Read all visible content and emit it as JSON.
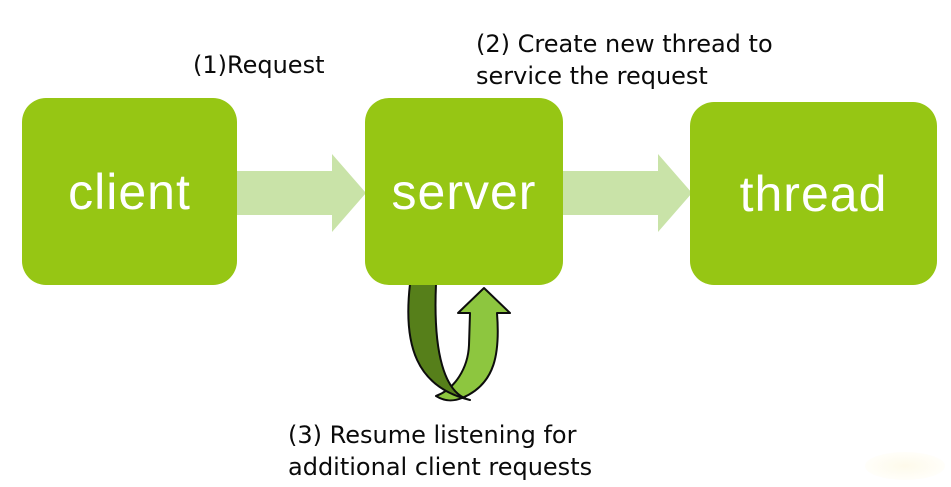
{
  "diagram": {
    "title": "Client-server request handling with threads",
    "colors": {
      "background": "#FFFFFF",
      "box_fill": "#96C614",
      "box_text": "#FFFFFF",
      "flow_arrow": "#C9E3A8",
      "loop_light": "#8DC63F",
      "loop_dark": "#567F1A",
      "outline": "#0D0D0D",
      "annotation_text": "#0A0A0A"
    },
    "nodes": [
      {
        "id": "client",
        "label": "client"
      },
      {
        "id": "server",
        "label": "server"
      },
      {
        "id": "thread",
        "label": "thread"
      }
    ],
    "annotations": [
      {
        "id": "step1",
        "text": "(1)Request"
      },
      {
        "id": "step2",
        "text": "(2) Create new thread to\nservice the request"
      },
      {
        "id": "step3",
        "text": "(3) Resume listening for\nadditional client requests"
      }
    ],
    "arrows": [
      {
        "id": "request-arrow",
        "from": "client",
        "to": "server",
        "type": "block-right"
      },
      {
        "id": "create-thread-arrow",
        "from": "server",
        "to": "thread",
        "type": "block-right"
      },
      {
        "id": "resume-loop-arrow",
        "from": "server",
        "to": "server",
        "type": "u-turn-up"
      }
    ]
  }
}
